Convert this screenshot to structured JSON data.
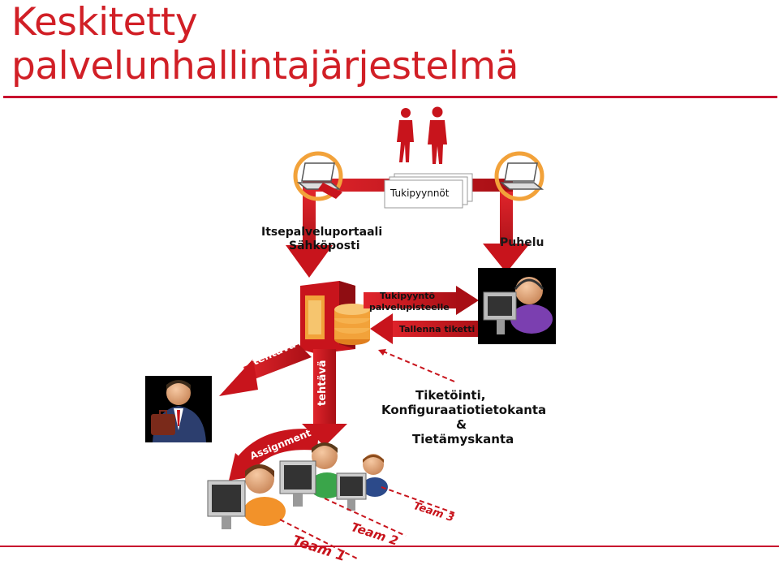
{
  "title": {
    "line1": "Keskitetty",
    "line2": "palvelunhallintajärjestelmä"
  },
  "labels": {
    "requests": "Tukipyynnöt",
    "portal_line1": "Itsepalveluportaali",
    "portal_line2": "Sähköposti",
    "phone": "Puhelu",
    "to_service_line1": "Tukipyyntö",
    "to_service_line2": "palvelupisteelle",
    "save_ticket": "Tallenna tiketti",
    "task_a": "tehtävä",
    "task_b": "tehtävä",
    "assignment": "Assignment",
    "team1": "Team 1",
    "team2": "Team 2",
    "team3": "Team 3",
    "db_line1": "Tiketöinti,",
    "db_line2": "Konfiguraatiotietokanta",
    "db_line3": "&",
    "db_line4": "Tietämyskanta"
  },
  "colors": {
    "accent": "#d11f26",
    "arrow": "#c8141c",
    "orange": "#f2a23a",
    "dark": "#111111"
  },
  "icons": {
    "people": "business-people-icon",
    "laptop_left": "laptop-icon",
    "laptop_right": "laptop-icon",
    "server": "server-icon",
    "database": "database-icon",
    "agent": "helpdesk-agent-icon",
    "manager": "manager-icon",
    "workers": "workstation-users-icon"
  }
}
